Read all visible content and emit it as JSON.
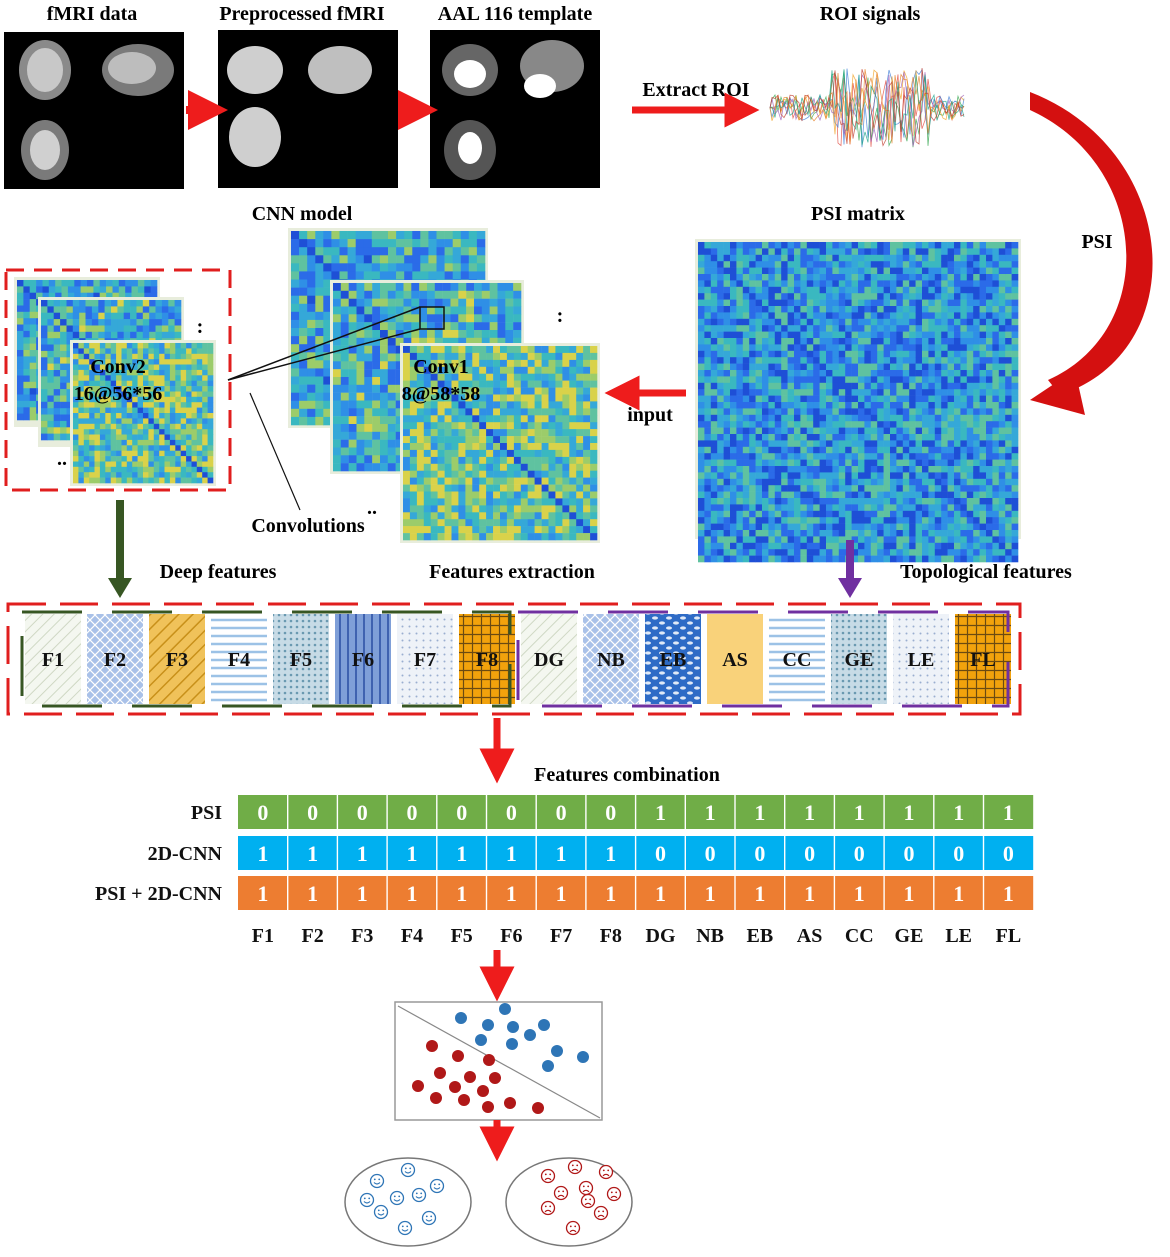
{
  "stage_titles": {
    "fmri_data": "fMRI data",
    "preprocessed": "Preprocessed fMRI",
    "aal_template": "AAL 116 template",
    "roi_signals": "ROI signals",
    "cnn_model": "CNN model",
    "psi_matrix": "PSI matrix"
  },
  "arrow_labels": {
    "extract_roi": "Extract ROI",
    "psi": "PSI",
    "input": "input",
    "convolutions": "Convolutions"
  },
  "layers": {
    "conv1_name": "Conv1",
    "conv1_dims": "8@58*58",
    "conv2_name": "Conv2",
    "conv2_dims": "16@56*56",
    "ellipsis_v": ":",
    "ellipsis_h": ".."
  },
  "section_labels": {
    "deep_features": "Deep features",
    "features_extraction": "Features extraction",
    "topological_features": "Topological features",
    "features_combination": "Features combination"
  },
  "deep_features": [
    {
      "label": "F1",
      "fill": "#f4f7f0",
      "pattern": "diag-light"
    },
    {
      "label": "F2",
      "fill": "#a9c1e8",
      "pattern": "crosshatch"
    },
    {
      "label": "F3",
      "fill": "#f0c25a",
      "pattern": "diag-dark"
    },
    {
      "label": "F4",
      "fill": "#ffffff",
      "pattern": "horiz"
    },
    {
      "label": "F5",
      "fill": "#c7dbe6",
      "pattern": "dots"
    },
    {
      "label": "F6",
      "fill": "#7f9fd8",
      "pattern": "vert"
    },
    {
      "label": "F7",
      "fill": "#eef2f8",
      "pattern": "dots-light"
    },
    {
      "label": "F8",
      "fill": "#f2a20c",
      "pattern": "grid"
    }
  ],
  "topological_features": [
    {
      "label": "DG",
      "fill": "#f4f7f0",
      "pattern": "diag-light"
    },
    {
      "label": "NB",
      "fill": "#a9c1e8",
      "pattern": "crosshatch"
    },
    {
      "label": "EB",
      "fill": "#2e6bc6",
      "pattern": "bricks"
    },
    {
      "label": "AS",
      "fill": "#f9d27a",
      "pattern": "none"
    },
    {
      "label": "CC",
      "fill": "#ffffff",
      "pattern": "horiz"
    },
    {
      "label": "GE",
      "fill": "#c7dbe6",
      "pattern": "dots"
    },
    {
      "label": "LE",
      "fill": "#eef2f8",
      "pattern": "dots-light"
    },
    {
      "label": "FL",
      "fill": "#f2a20c",
      "pattern": "grid"
    }
  ],
  "combination_table": {
    "rows": [
      {
        "label": "PSI",
        "color": "#70ad47",
        "values": [
          "0",
          "0",
          "0",
          "0",
          "0",
          "0",
          "0",
          "0",
          "1",
          "1",
          "1",
          "1",
          "1",
          "1",
          "1",
          "1"
        ]
      },
      {
        "label": "2D-CNN",
        "color": "#00b0f0",
        "values": [
          "1",
          "1",
          "1",
          "1",
          "1",
          "1",
          "1",
          "1",
          "0",
          "0",
          "0",
          "0",
          "0",
          "0",
          "0",
          "0"
        ]
      },
      {
        "label": "PSI + 2D-CNN",
        "color": "#ed7d31",
        "values": [
          "1",
          "1",
          "1",
          "1",
          "1",
          "1",
          "1",
          "1",
          "1",
          "1",
          "1",
          "1",
          "1",
          "1",
          "1",
          "1"
        ]
      }
    ],
    "columns": [
      "F1",
      "F2",
      "F3",
      "F4",
      "F5",
      "F6",
      "F7",
      "F8",
      "DG",
      "NB",
      "EB",
      "AS",
      "CC",
      "GE",
      "LE",
      "FL"
    ]
  },
  "colors": {
    "red_arrow": "#ee1c1c",
    "dashed_box": "#e01e1e",
    "deep_bracket": "#375623",
    "topo_bracket": "#7030a0",
    "class_blue": "#2e75b6",
    "class_red": "#b01818"
  },
  "classifier": {
    "blue_points": 11,
    "red_points": 14,
    "group_healthy_icon": "smiley-icon",
    "group_patient_icon": "frown-icon"
  }
}
